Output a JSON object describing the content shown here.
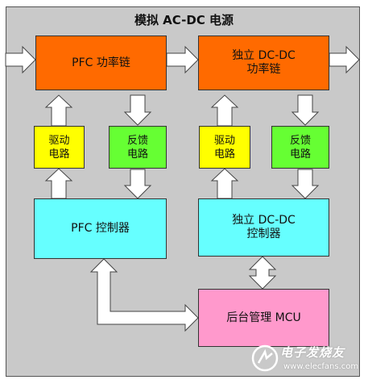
{
  "title": "模拟 AC-DC 电源",
  "colors": {
    "frame_bg": "#c9c9c9",
    "power_stage": "#ff6a00",
    "driver": "#ffff00",
    "feedback": "#66ff33",
    "controller": "#66ffff",
    "mcu": "#ff99cc",
    "arrow_fill": "#ffffff"
  },
  "blocks": {
    "pfc_power": {
      "lines": [
        "PFC 功率链"
      ]
    },
    "dcdc_power": {
      "lines": [
        "独立 DC-DC",
        "功率链"
      ]
    },
    "pfc_driver": {
      "lines": [
        "驱动",
        "电路"
      ]
    },
    "pfc_feedback": {
      "lines": [
        "反馈",
        "电路"
      ]
    },
    "dcdc_driver": {
      "lines": [
        "驱动",
        "电路"
      ]
    },
    "dcdc_feedback": {
      "lines": [
        "反馈",
        "电路"
      ]
    },
    "pfc_controller": {
      "lines": [
        "PFC 控制器"
      ]
    },
    "dcdc_controller": {
      "lines": [
        "独立 DC-DC",
        "控制器"
      ]
    },
    "mcu": {
      "lines": [
        "后台管理 MCU"
      ]
    }
  },
  "watermark": {
    "brand": "电子发烧友",
    "url": "www.elecfans.com"
  }
}
